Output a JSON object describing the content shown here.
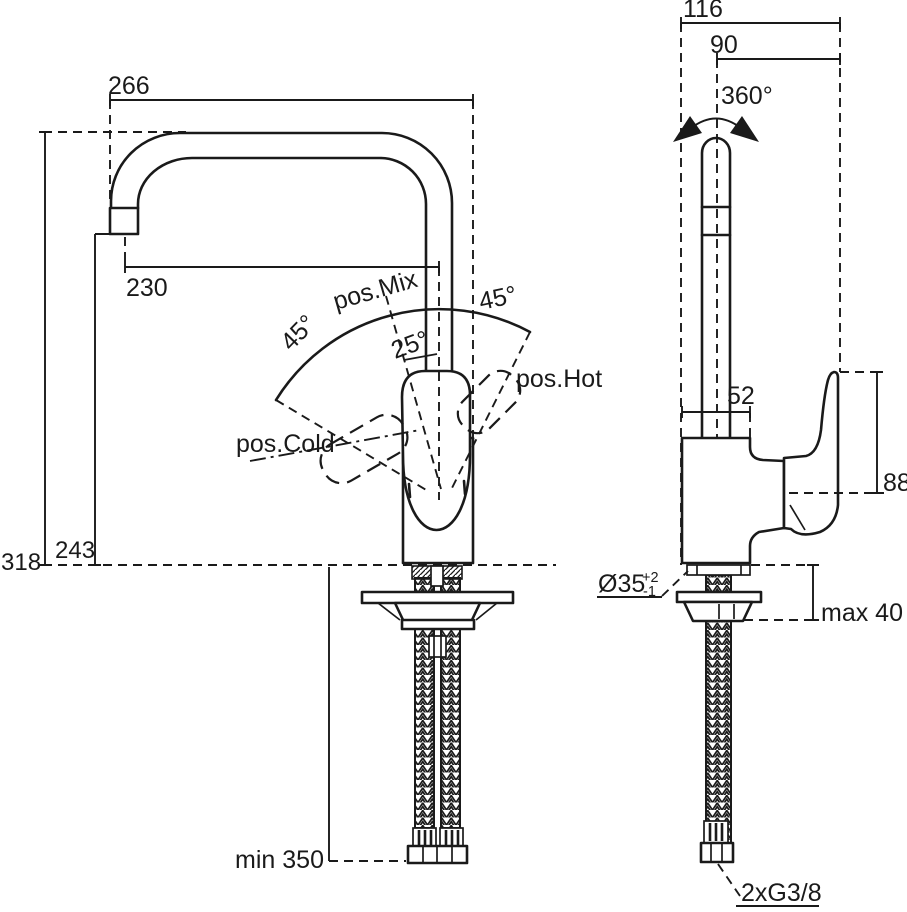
{
  "colors": {
    "line": "#1a1a1a",
    "background": "#ffffff"
  },
  "front_view": {
    "spout_reach": "266",
    "spout_projection": "230",
    "total_height": "318",
    "outlet_height": "243",
    "hose_length": "min 350",
    "pos_mix": "pos.Mix",
    "pos_hot": "pos.Hot",
    "pos_cold": "pos.Cold",
    "swing_left": "45°",
    "swing_right": "45°",
    "mix_angle": "25°"
  },
  "side_view": {
    "total_depth": "116",
    "spout_offset": "90",
    "swivel": "360°",
    "body_depth": "52",
    "handle_height": "88",
    "hole_diameter": "Ø35",
    "hole_tolerance_plus": "+2",
    "hole_tolerance_minus": "-1",
    "max_deck": "max 40",
    "connection": "2xG3/8"
  }
}
